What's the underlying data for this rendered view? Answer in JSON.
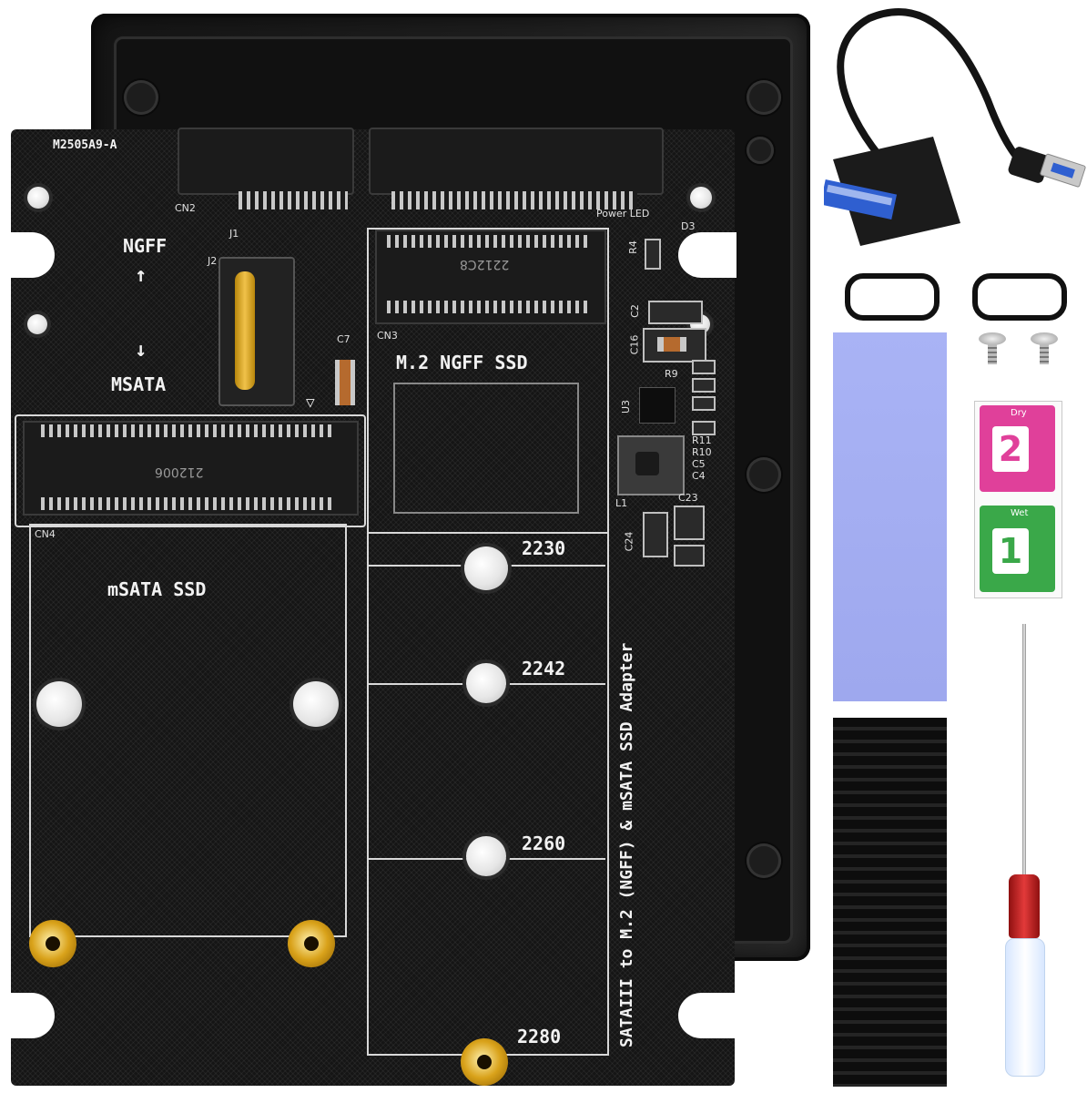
{
  "pcb_labels": {
    "board_id": "M2505A9-A",
    "cn2": "CN2",
    "power_led": "Power LED",
    "d3": "D3",
    "ngff": "NGFF",
    "msata_switch": "MSATA",
    "j1": "J1",
    "j2": "J2",
    "c7": "C7",
    "cn3": "CN3",
    "m2_ngff_ssd": "M.2  NGFF SSD",
    "r4": "R4",
    "c2": "C2",
    "c16": "C16",
    "r9": "R9",
    "u3": "U3",
    "r11": "R11",
    "r10": "R10",
    "c5": "C5",
    "c4": "C4",
    "l1": "L1",
    "c23": "C23",
    "c24": "C24",
    "cn4": "CN4",
    "msata_ssd": "mSATA SSD",
    "size_2230": "2230",
    "size_2242": "2242",
    "size_2260": "2260",
    "size_2280": "2280",
    "adapter_title": "SATAIII to M.2 (NGFF) & mSATA SSD Adapter",
    "ngff_slot_marking": "2212C8",
    "msata_slot_marking": "212006"
  },
  "wipes": {
    "dry_label": "Dry",
    "dry_num": "2",
    "wet_label": "Wet",
    "wet_num": "1"
  },
  "colors": {
    "pcb": "#151515",
    "thermal_pad": "#a9b3f5",
    "wipe_dry": "#e0409a",
    "wipe_wet": "#3aa849",
    "screwdriver_handle": "#c81e1e",
    "sata_connector": "#2f5fd0"
  }
}
